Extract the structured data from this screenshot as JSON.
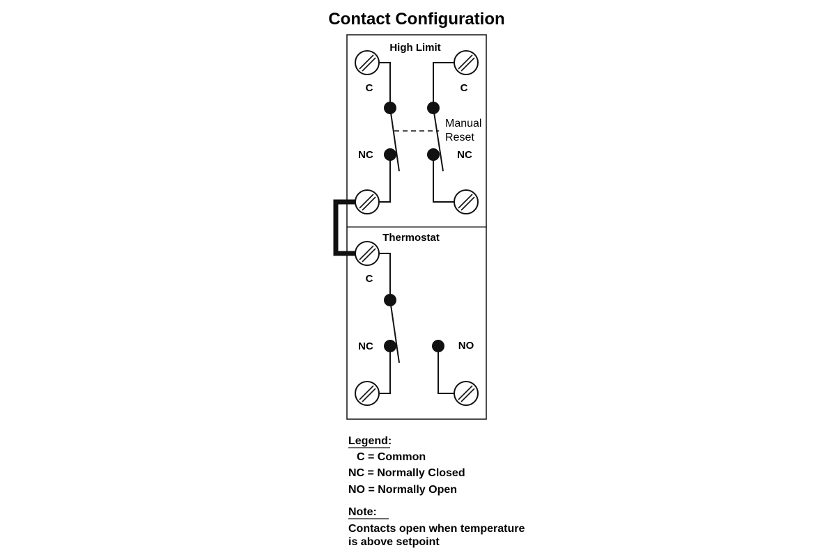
{
  "title": "Contact Configuration",
  "high_limit": {
    "heading": "High Limit",
    "left_common": "C",
    "right_common": "C",
    "left_nc": "NC",
    "right_nc": "NC",
    "manual_reset_line1": "Manual",
    "manual_reset_line2": "Reset"
  },
  "thermostat": {
    "heading": "Thermostat",
    "common": "C",
    "nc": "NC",
    "no": "NO"
  },
  "legend": {
    "heading": "Legend:",
    "entries": [
      "C = Common",
      "NC = Normally Closed",
      "NO = Normally Open"
    ]
  },
  "note": {
    "heading": "Note:",
    "line1": "Contacts open when temperature",
    "line2": "is above setpoint"
  }
}
